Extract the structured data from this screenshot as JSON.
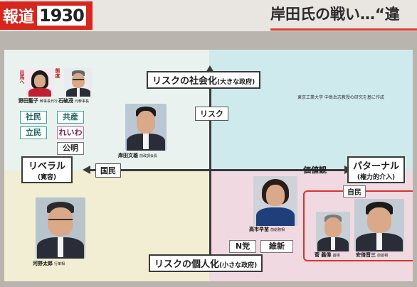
{
  "header": {
    "program_label": "報道",
    "program_time": "1930",
    "headline": "岸田氏の戦い…“違"
  },
  "axes": {
    "top": {
      "main": "リスクの社会化",
      "sub": "(大きな政府)"
    },
    "bottom": {
      "main": "リスクの個人化",
      "sub": "(小さな政府)"
    },
    "left": {
      "main": "リベラル",
      "sub": "(寛容)"
    },
    "right": {
      "main": "パターナル",
      "sub": "(権力的介入)"
    },
    "vertical_tag": "リスク",
    "horizontal_tag_left": "国民",
    "horizontal_tag_right": "価値観"
  },
  "source_note": "東京工業大学 中島岳志教授の研究を基に作成",
  "parties_left": [
    "社民",
    "共産",
    "立民",
    "れいわ",
    "公明"
  ],
  "parties_bottom": [
    "N党",
    "維新"
  ],
  "ldp_label": "自民",
  "candidates": [
    {
      "id": "noda",
      "name": "野田聖子",
      "title": "幹事長代行",
      "tilt": "出馬へ"
    },
    {
      "id": "ishiba",
      "name": "石破茂",
      "title": "元幹事長",
      "tilt": "態度"
    },
    {
      "id": "kishida",
      "name": "岸田文雄",
      "title": "前政調会長"
    },
    {
      "id": "kono",
      "name": "河野太郎",
      "title": "行革相"
    },
    {
      "id": "takaichi",
      "name": "高市早苗",
      "title": "前総務相"
    },
    {
      "id": "suga",
      "name": "菅 義偉",
      "title": "首相"
    },
    {
      "id": "abe",
      "name": "安倍晋三",
      "title": "前首相"
    }
  ],
  "colors": {
    "brand_red": "#d9261c",
    "quad_top_left": "#eaf2ef",
    "quad_top_right": "#cfeaec",
    "quad_bottom_left": "#f1eed3",
    "quad_bottom_right": "#f1d9e2"
  }
}
